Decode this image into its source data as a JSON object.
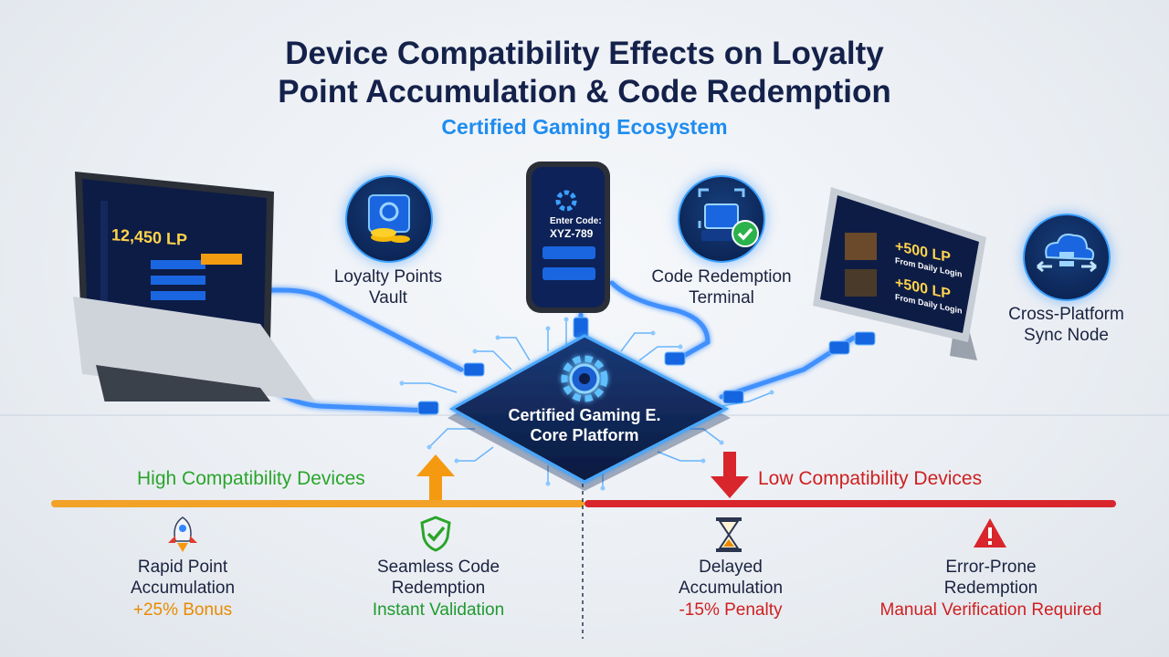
{
  "title_line1": "Device Compatibility Effects on Loyalty",
  "title_line2": "Point Accumulation & Code Redemption",
  "subtitle": "Certified Gaming Ecosystem",
  "nodes": {
    "vault": "Loyalty Points\nVault",
    "terminal": "Code Redemption\nTerminal",
    "sync": "Cross-Platform\nSync Node"
  },
  "core": {
    "line1": "Certified Gaming E.",
    "line2": "Core Platform"
  },
  "laptop": {
    "points": "12,450 LP"
  },
  "phone": {
    "prompt": "Enter Code:",
    "code": "XYZ-789"
  },
  "tablet": {
    "bonus1": "+500 LP",
    "sub1": "From Daily Login",
    "bonus2": "+500 LP",
    "sub2": "From Daily Login"
  },
  "high": {
    "heading": "High Compatibility Devices",
    "color": "#2aa52a",
    "features": [
      {
        "title": "Rapid Point\nAccumulation",
        "value": "+25% Bonus",
        "value_color": "#e98a00",
        "icon": "rocket-icon"
      },
      {
        "title": "Seamless Code\nRedemption",
        "value": "Instant Validation",
        "value_color": "#1f9a2e",
        "icon": "check-shield-icon"
      }
    ]
  },
  "low": {
    "heading": "Low Compatibility Devices",
    "color": "#cf1f1f",
    "features": [
      {
        "title": "Delayed\nAccumulation",
        "value": "-15% Penalty",
        "value_color": "#cf1f1f",
        "icon": "hourglass-icon"
      },
      {
        "title": "Error-Prone\nRedemption",
        "value": "Manual Verification Required",
        "value_color": "#cf1f1f",
        "icon": "warning-icon"
      }
    ]
  }
}
